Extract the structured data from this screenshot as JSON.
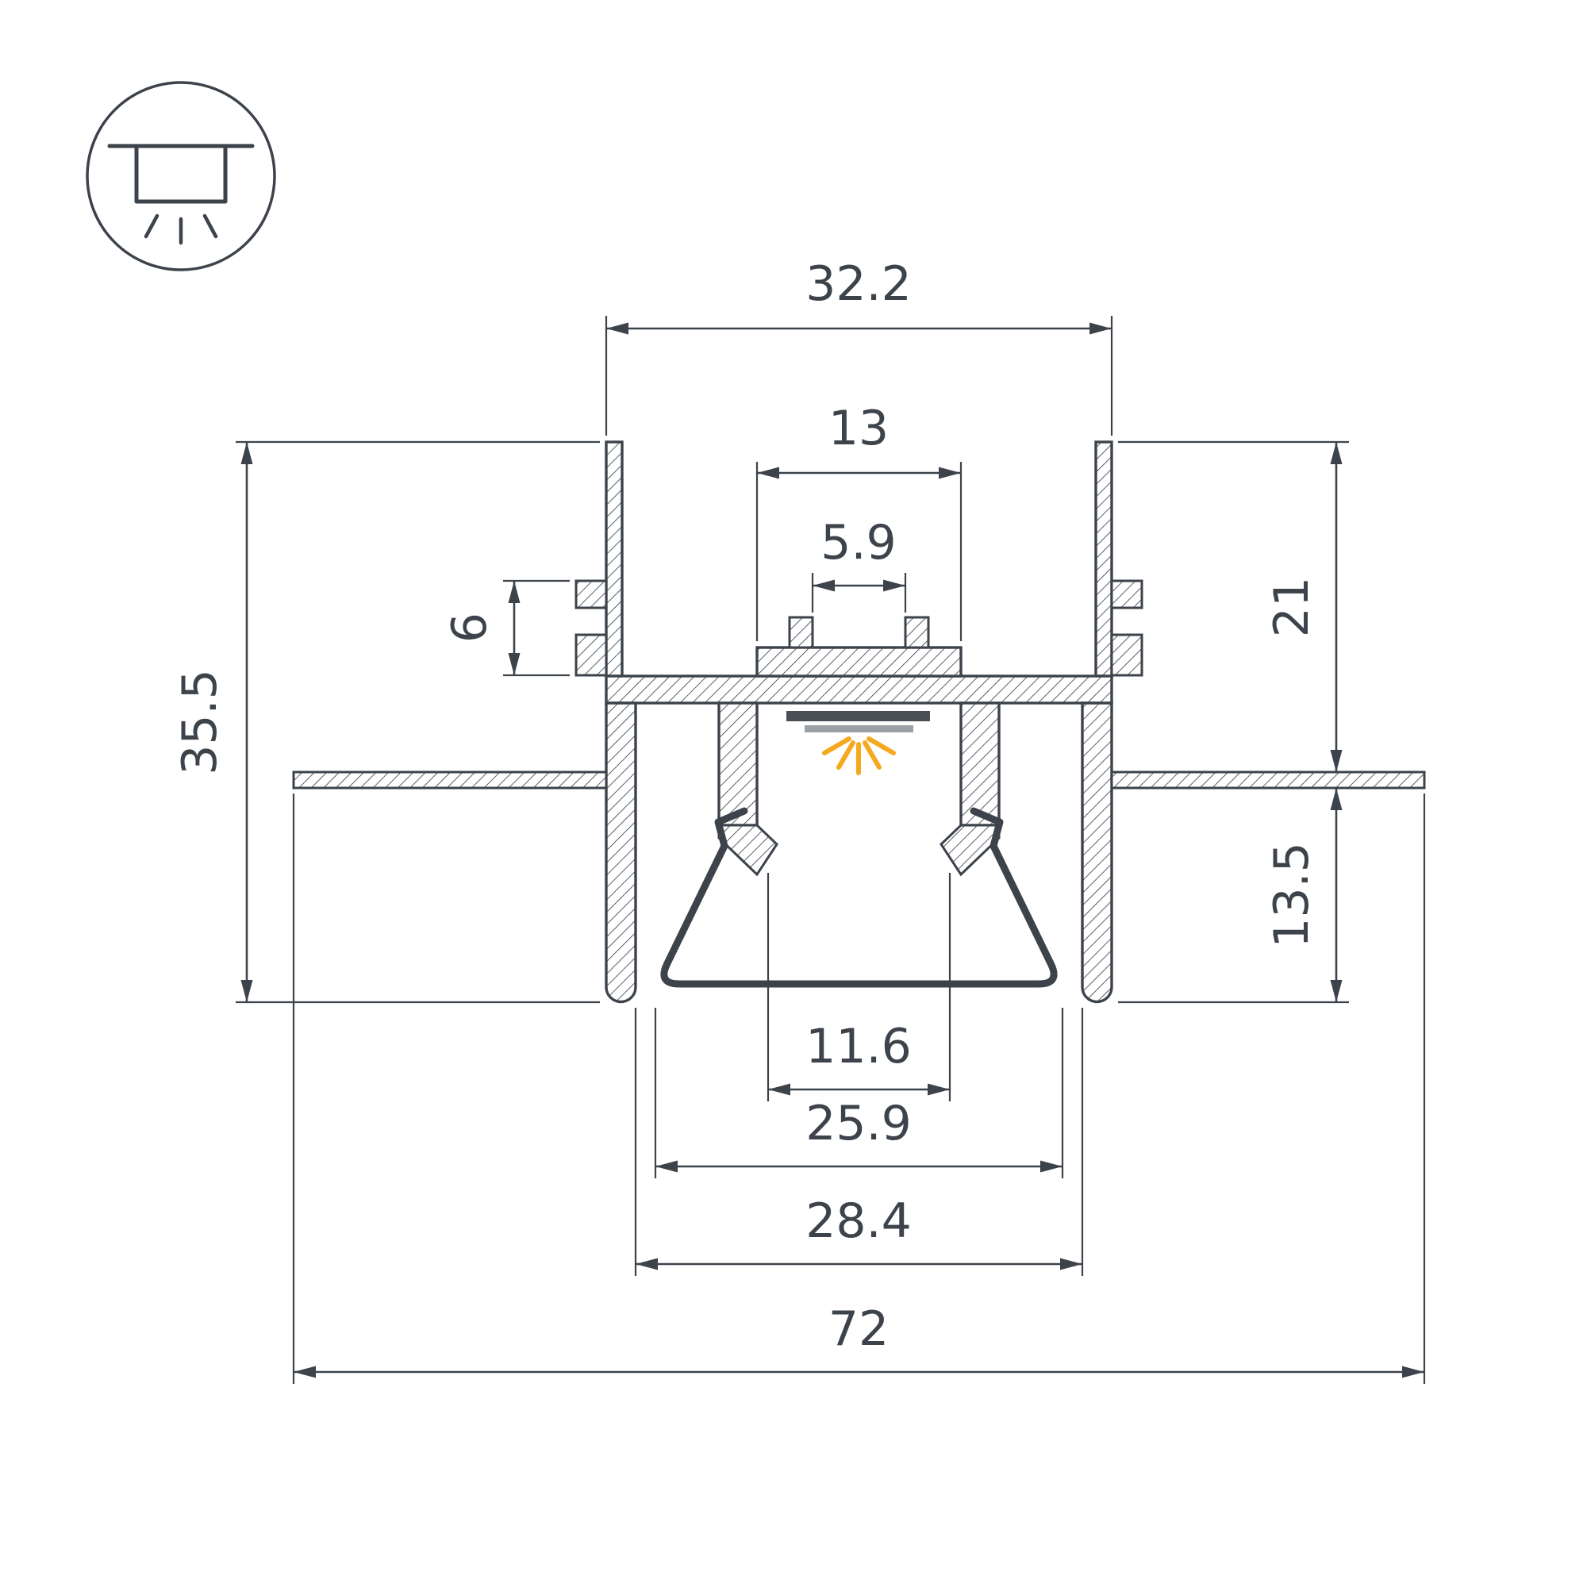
{
  "drawing": {
    "type": "technical-cross-section",
    "subject": "recessed-led-profile-cross-section",
    "dims": {
      "top_flange_span": "32.2",
      "inner_channel_width": "13",
      "center_slot_width": "5.9",
      "clip_height": "6",
      "overall_height": "35.5",
      "upper_section_height": "21",
      "lower_section_height": "13.5",
      "light_opening_width": "11.6",
      "diffuser_width": "25.9",
      "body_width": "28.4",
      "overall_width": "72"
    },
    "icon": "recessed-ceiling-mount-icon",
    "colors": {
      "line": "#3d434b",
      "light_rays": "#f5a91f",
      "led_strip_dark": "#4a4f55",
      "led_strip_light": "#9aa0a6",
      "background": "#ffffff"
    }
  }
}
